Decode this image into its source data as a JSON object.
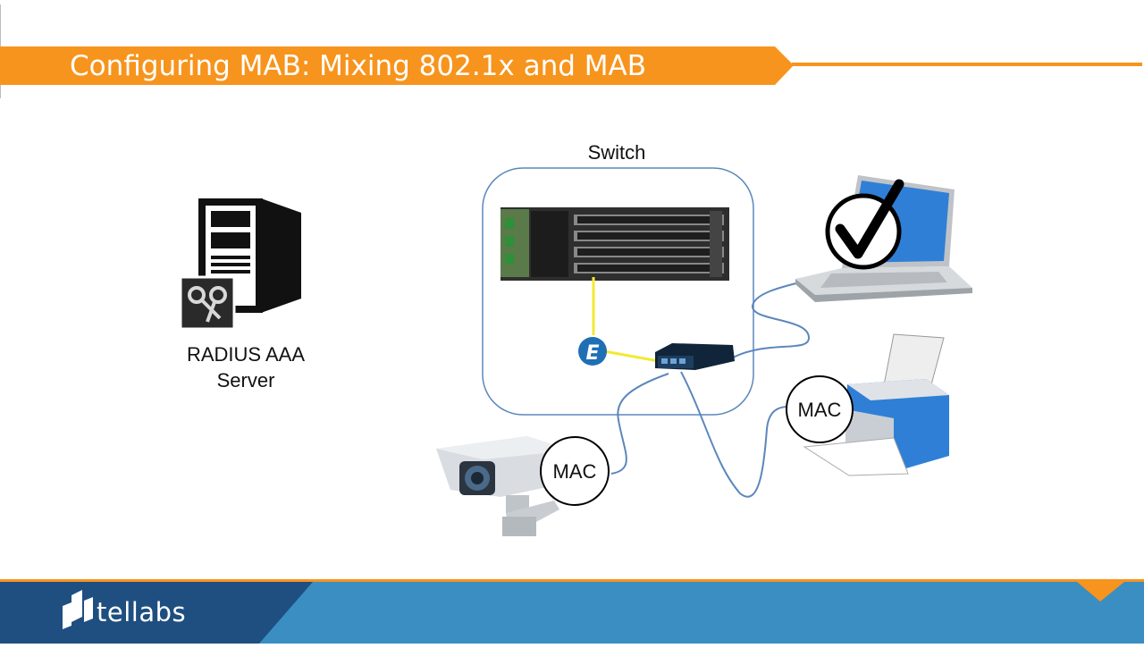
{
  "slide": {
    "title": "Configuring MAB: Mixing 802.1x and MAB",
    "colors": {
      "accent": "#f7941d",
      "footer_blue": "#1f5b8c",
      "footer_light": "#3a8ec2",
      "cable": "#5b87bd",
      "link": "#f2ea33"
    }
  },
  "diagram": {
    "switch_label": "Switch",
    "server_label": [
      "RADIUS AAA",
      "Server"
    ],
    "camera_badge": "MAC",
    "printer_badge": "MAC",
    "icons": [
      "server-icon",
      "keys-icon",
      "switch-chassis-icon",
      "hub-icon",
      "connector-e-icon",
      "laptop-icon",
      "checkmark-icon",
      "printer-icon",
      "camera-icon"
    ]
  },
  "footer": {
    "brand": "tellabs"
  }
}
